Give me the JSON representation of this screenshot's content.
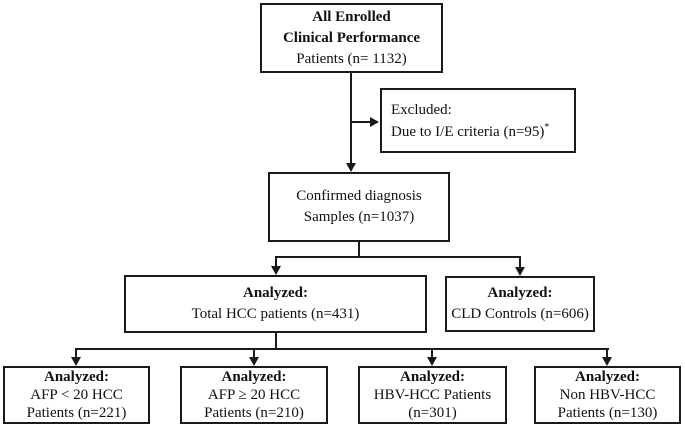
{
  "diagram": {
    "type": "clinical-study-flowchart",
    "boxes": {
      "enrolled": {
        "line1": "All Enrolled",
        "line2": "Clinical Performance",
        "line3": "Patients (n= 1132)"
      },
      "excluded": {
        "line1": "Excluded:",
        "line2": "Due to I/E criteria (n=95)",
        "superscript": "*"
      },
      "confirmed": {
        "line1": "Confirmed diagnosis",
        "line2": "Samples (n=1037)"
      },
      "total_hcc": {
        "line1": "Analyzed:",
        "line2": "Total HCC patients (n=431)"
      },
      "cld_controls": {
        "line1": "Analyzed:",
        "line2": "CLD Controls (n=606)"
      },
      "afp_low": {
        "line1": "Analyzed:",
        "line2": "AFP < 20 HCC",
        "line3": "Patients (n=221)"
      },
      "afp_high": {
        "line1": "Analyzed:",
        "line2": "AFP ≥ 20 HCC",
        "line3": "Patients (n=210)"
      },
      "hbv_hcc": {
        "line1": "Analyzed:",
        "line2": "HBV-HCC Patients",
        "line3": "(n=301)"
      },
      "non_hbv_hcc": {
        "line1": "Analyzed:",
        "line2": "Non HBV-HCC",
        "line3": "Patients (n=130)"
      }
    },
    "colors": {
      "line": "#1a1a1a",
      "background": "#ffffff",
      "text": "#111111"
    }
  }
}
